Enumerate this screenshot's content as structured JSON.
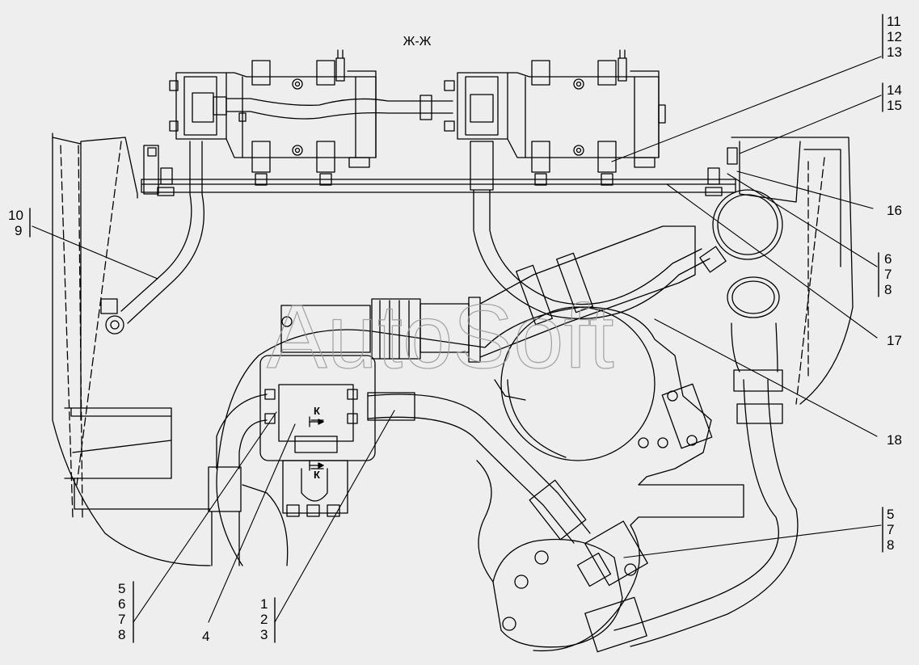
{
  "section_label": "Ж-Ж",
  "watermark": "AutoSoft",
  "view_marks": [
    "К",
    "К"
  ],
  "callouts": {
    "top_right_1": [
      "11",
      "12",
      "13"
    ],
    "top_right_2": [
      "14",
      "15"
    ],
    "right_16": "16",
    "right_group_678": [
      "6",
      "7",
      "8"
    ],
    "right_17": "17",
    "right_18": "18",
    "right_group_578": [
      "5",
      "7",
      "8"
    ],
    "left_group": [
      "10",
      "9"
    ],
    "bottom_group_5678": [
      "5",
      "6",
      "7",
      "8"
    ],
    "bottom_4": "4",
    "bottom_group_123": [
      "1",
      "2",
      "3"
    ]
  },
  "colors": {
    "background": "#eeeeee",
    "line": "#000000",
    "watermark": "#9a9a9a"
  }
}
